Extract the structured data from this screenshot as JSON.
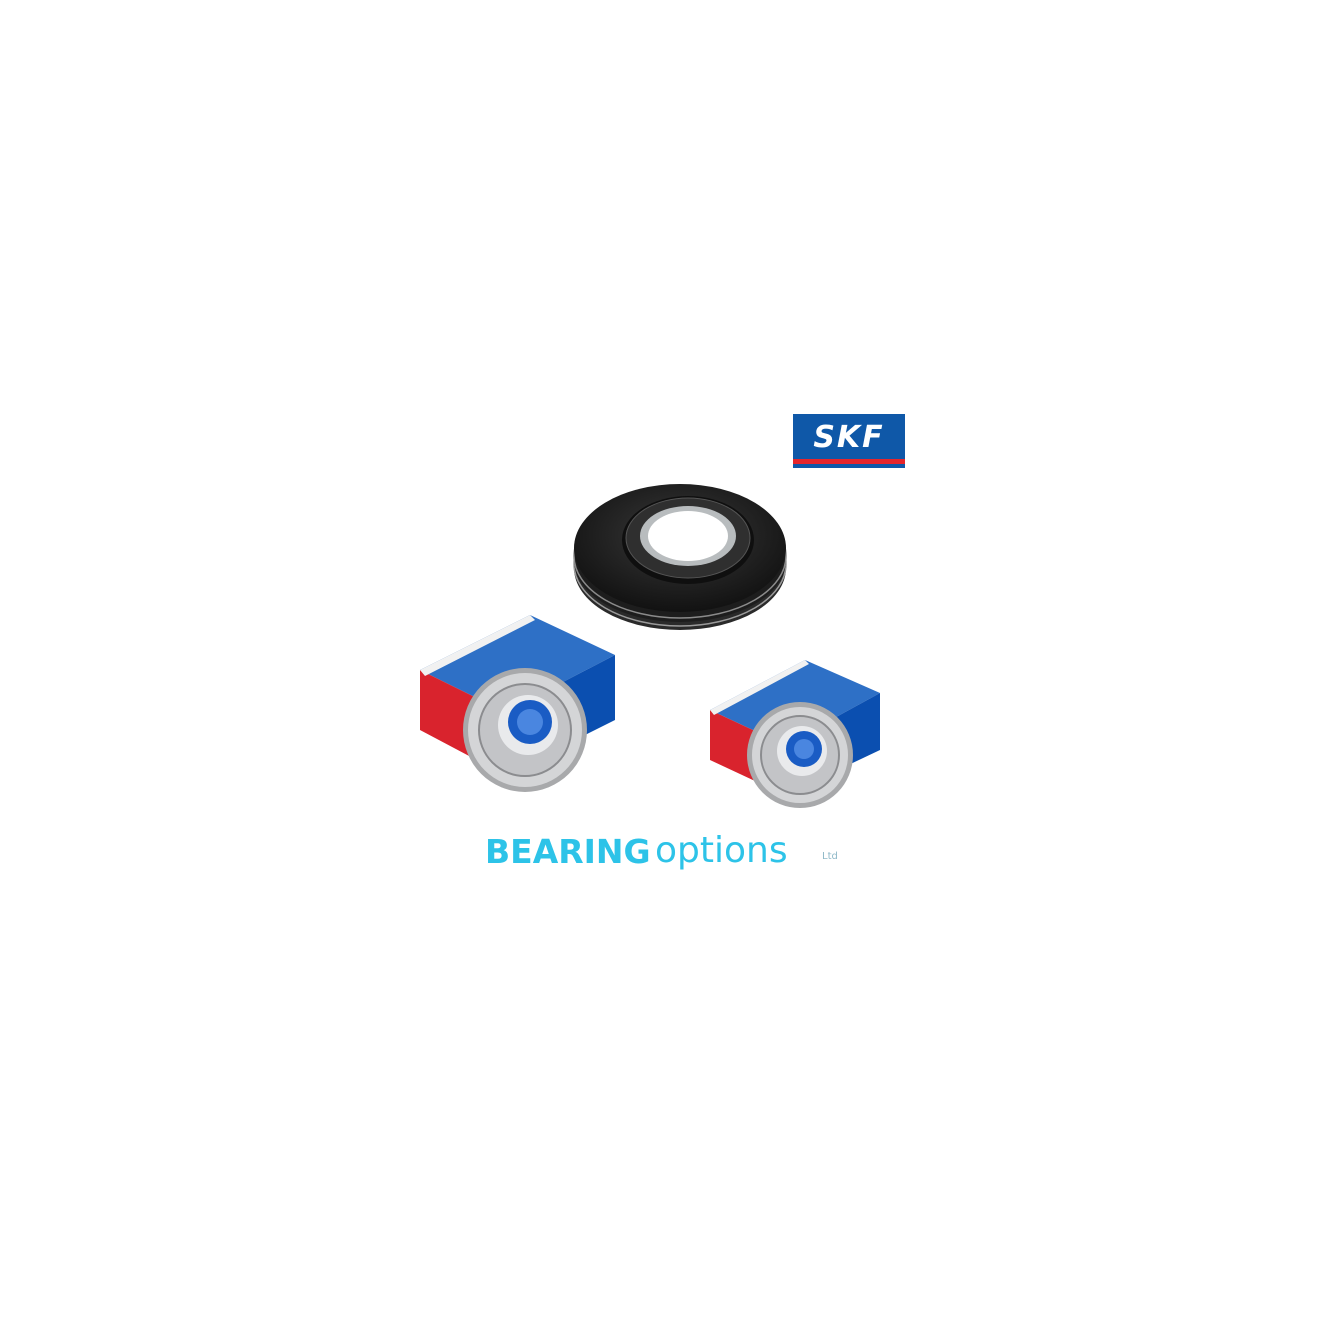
{
  "logos": {
    "skf": "SKF",
    "brand_word1": "BEARING",
    "brand_word2": "options",
    "brand_suffix": "Ltd"
  },
  "colors": {
    "skf_blue": "#0f58a8",
    "skf_red": "#e5252b",
    "brand_cyan": "#2dc3e8",
    "seal_black": "#1b1b1b"
  },
  "items": [
    "shaft-seal",
    "ball-bearing-with-box",
    "ball-bearing-with-box"
  ]
}
